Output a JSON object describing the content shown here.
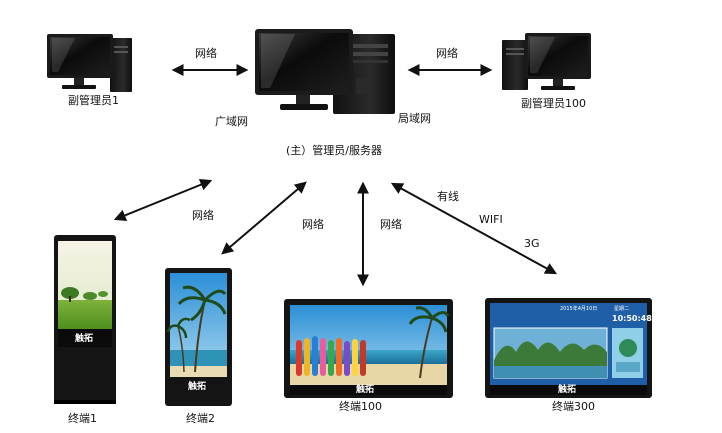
{
  "server": {
    "label": "(主）管理员/服务器",
    "left_label": "广域网",
    "right_label": "局域网"
  },
  "clients": [
    {
      "label": "副管理员1"
    },
    {
      "label": "副管理员100"
    }
  ],
  "links": {
    "client1": "网络",
    "client100": "网络",
    "terminal1": "网络",
    "terminal2": "网络",
    "terminal100": "网络",
    "terminal300_a": "有线",
    "terminal300_b": "WIFI",
    "terminal300_c": "3G"
  },
  "terminals": [
    {
      "label": "终端1",
      "touch": "触拓"
    },
    {
      "label": "终端2",
      "touch": "触拓"
    },
    {
      "label": "终端100",
      "touch": "触拓"
    },
    {
      "label": "终端300",
      "touch": "触拓"
    }
  ],
  "screen_text": {
    "date": "2015年4月10日",
    "weekday": "星期二",
    "time": "10:50:48"
  }
}
